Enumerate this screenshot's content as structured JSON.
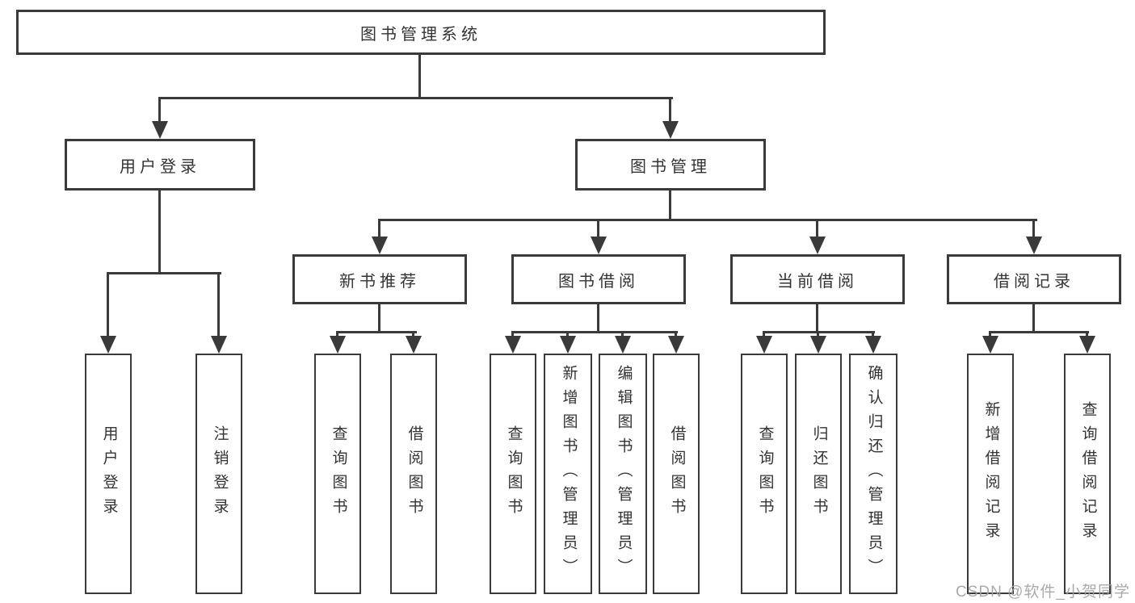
{
  "page": {
    "colors": {
      "line": "#3a3a3a",
      "text": "#333333",
      "watermark": "#a3a3a3",
      "background": "#ffffff"
    },
    "watermark": "CSDN @软件_小贺同学"
  },
  "diagram": {
    "nodes": {
      "root": {
        "label": "图书管理系统"
      },
      "user_login": {
        "label": "用户登录"
      },
      "book_mgmt": {
        "label": "图书管理"
      },
      "new_book_rec": {
        "label": "新书推荐"
      },
      "book_borrow": {
        "label": "图书借阅"
      },
      "current_borrow": {
        "label": "当前借阅"
      },
      "borrow_record": {
        "label": "借阅记录"
      },
      "leaf_user_login": {
        "label": "用户登录"
      },
      "leaf_logout": {
        "label": "注销登录"
      },
      "leaf_query_book_a": {
        "label": "查询图书"
      },
      "leaf_borrow_book_a": {
        "label": "借阅图书"
      },
      "leaf_query_book_b": {
        "label": "查询图书"
      },
      "leaf_add_book": {
        "label": "新增图书（管理员）"
      },
      "leaf_edit_book": {
        "label": "编辑图书（管理员）"
      },
      "leaf_borrow_book_b": {
        "label": "借阅图书"
      },
      "leaf_query_book_c": {
        "label": "查询图书"
      },
      "leaf_return_book": {
        "label": "归还图书"
      },
      "leaf_confirm_return": {
        "label": "确认归还（管理员）"
      },
      "leaf_add_record": {
        "label": "新增借阅记录"
      },
      "leaf_query_record": {
        "label": "查询借阅记录"
      }
    },
    "hierarchy": {
      "图书管理系统": {
        "用户登录": [
          "用户登录",
          "注销登录"
        ],
        "图书管理": {
          "新书推荐": [
            "查询图书",
            "借阅图书"
          ],
          "图书借阅": [
            "查询图书",
            "新增图书（管理员）",
            "编辑图书（管理员）",
            "借阅图书"
          ],
          "当前借阅": [
            "查询图书",
            "归还图书",
            "确认归还（管理员）"
          ],
          "借阅记录": [
            "新增借阅记录",
            "查询借阅记录"
          ]
        }
      }
    }
  }
}
